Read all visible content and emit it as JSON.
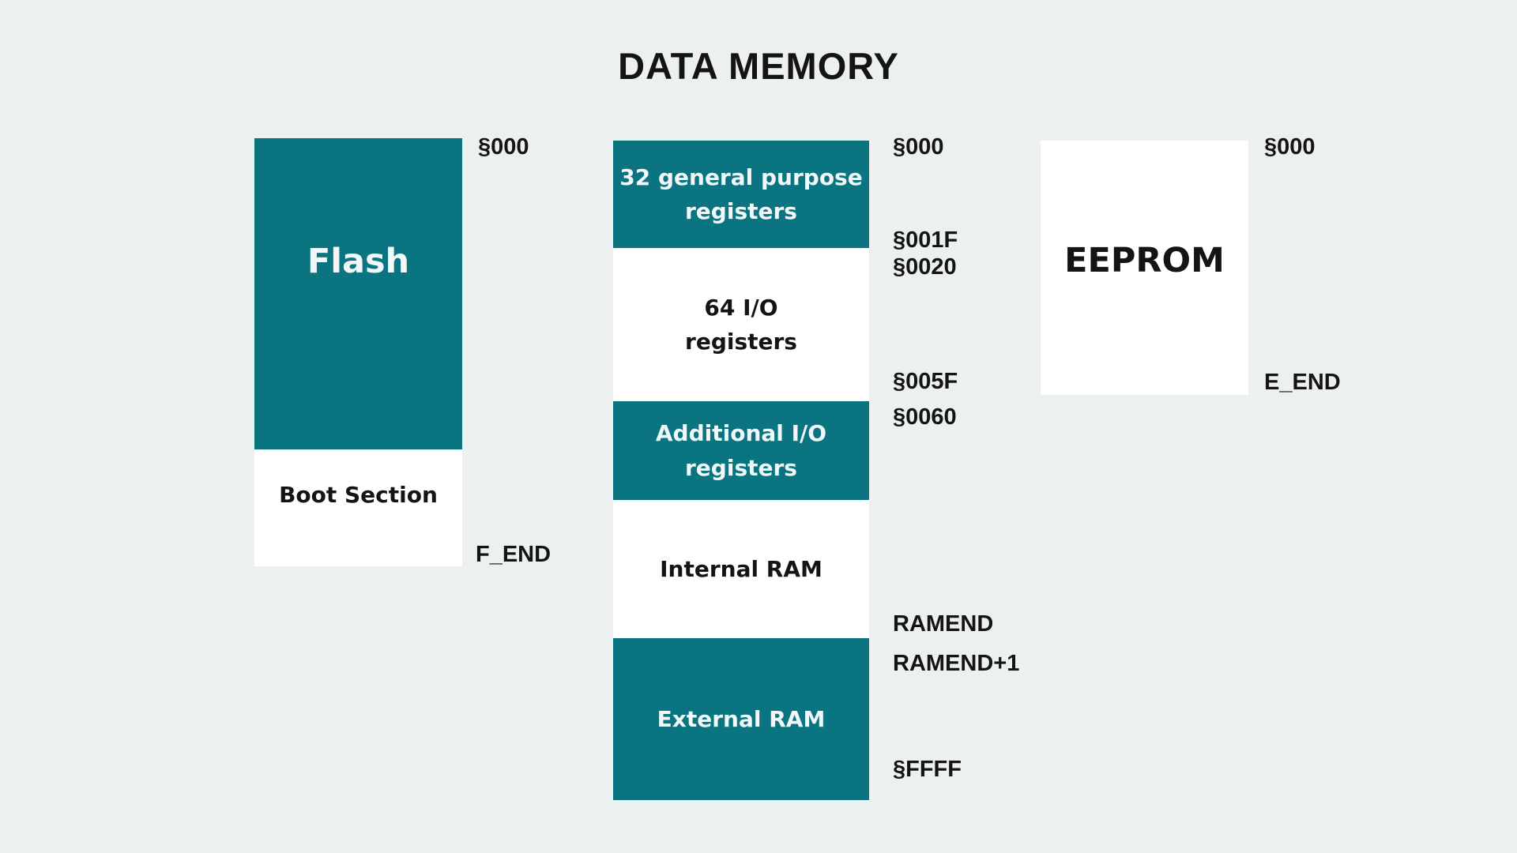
{
  "title": "DATA MEMORY",
  "colors": {
    "background": "#ECF0F1",
    "teal": "#0A7481",
    "white": "#FFFFFF",
    "dark_text": "#141414",
    "light_text": "#F2F8F9"
  },
  "flash_column": {
    "segments": [
      {
        "label": "Flash",
        "variant": "teal"
      },
      {
        "label": "Boot Section",
        "variant": "white"
      }
    ],
    "addresses": [
      {
        "text": "§000",
        "position": "top-of-flash"
      },
      {
        "text": "F_END",
        "position": "bottom-of-boot-section"
      }
    ]
  },
  "data_memory_column": {
    "segments": [
      {
        "label": "32 general purpose\nregisters",
        "variant": "teal"
      },
      {
        "label": "64 I/O\nregisters",
        "variant": "white"
      },
      {
        "label": "Additional I/O\nregisters",
        "variant": "teal"
      },
      {
        "label": "Internal RAM",
        "variant": "white"
      },
      {
        "label": "External RAM",
        "variant": "teal"
      }
    ],
    "addresses": [
      {
        "text": "§000",
        "position": "top-of-general-registers"
      },
      {
        "text": "§001F",
        "position": "bottom-of-general-registers"
      },
      {
        "text": "§0020",
        "position": "top-of-io-registers"
      },
      {
        "text": "§005F",
        "position": "bottom-of-io-registers"
      },
      {
        "text": "§0060",
        "position": "top-of-additional-io-registers"
      },
      {
        "text": "RAMEND",
        "position": "bottom-of-internal-ram"
      },
      {
        "text": "RAMEND+1",
        "position": "top-of-external-ram"
      },
      {
        "text": "§FFFF",
        "position": "bottom-of-external-ram"
      }
    ]
  },
  "eeprom_column": {
    "segments": [
      {
        "label": "EEPROM",
        "variant": "white"
      }
    ],
    "addresses": [
      {
        "text": "§000",
        "position": "top-of-eeprom"
      },
      {
        "text": "E_END",
        "position": "bottom-of-eeprom"
      }
    ]
  }
}
